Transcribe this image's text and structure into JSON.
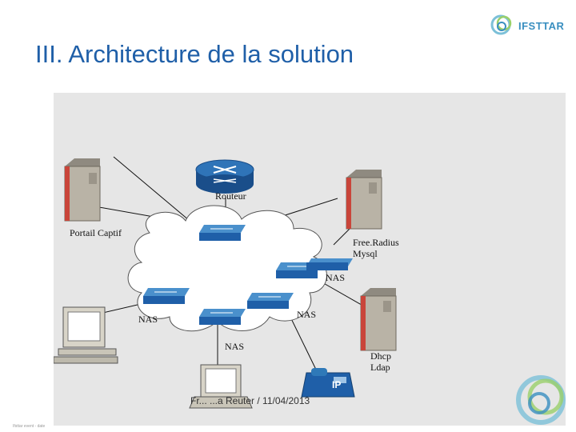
{
  "slide": {
    "title": "III. Architecture de la solution",
    "logo_text": "IFSTTAR",
    "footer": "Fr... ...a Reuter / 11/04/2013",
    "footer_visible": "Reuter / 11/04/2013",
    "small_text": "Ifsttar event - date"
  },
  "diagram": {
    "labels": {
      "routeur": "Routeur",
      "portail": "Portail Captif",
      "freeradius_1": "Free.Radius",
      "freeradius_2": "Mysql",
      "nas_right": "NAS",
      "nas_left": "NAS",
      "nas_mid": "NAS",
      "nas_bottom": "NAS",
      "dhcp_1": "Dhcp",
      "dhcp_2": "Ldap",
      "ip": "IP"
    }
  },
  "colors": {
    "title": "#1f5fa8",
    "cloud": "#ffffff",
    "background": "#e6e6e6",
    "router": "#1f5fa8",
    "switch": "#2f79b8",
    "server": "#b9b3a6"
  }
}
